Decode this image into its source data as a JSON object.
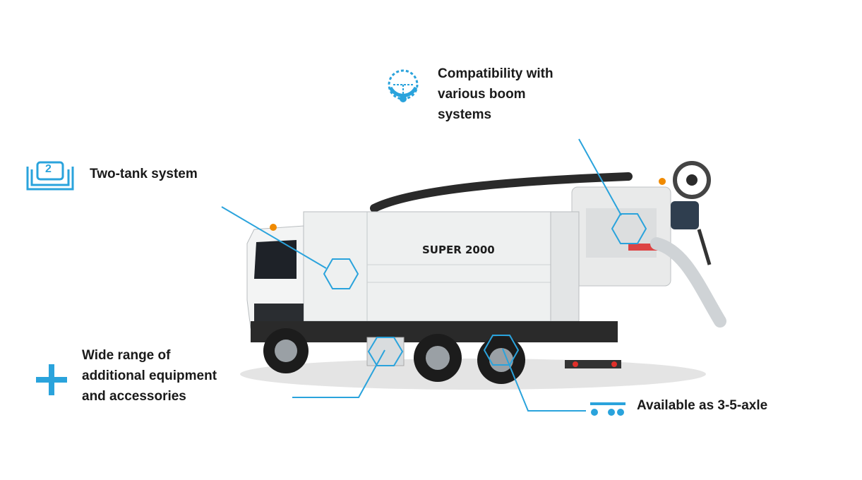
{
  "features": {
    "boom": "Compatibility with\nvarious boom\nsystems",
    "tank": "Two-tank system",
    "equipment": "Wide range of\nadditional equipment\nand accessories",
    "axle": "Available as 3-5-axle"
  },
  "truck": {
    "model_label": "SUPER 2000"
  },
  "icons": {
    "boom": "boom-compatibility-icon",
    "tank": "two-tank-icon",
    "tank_number": "2",
    "equipment": "plus-icon",
    "axle": "axle-icon"
  },
  "colors": {
    "accent": "#2aa3dc",
    "text": "#1a1a1a",
    "body": "#f1f2f2"
  }
}
